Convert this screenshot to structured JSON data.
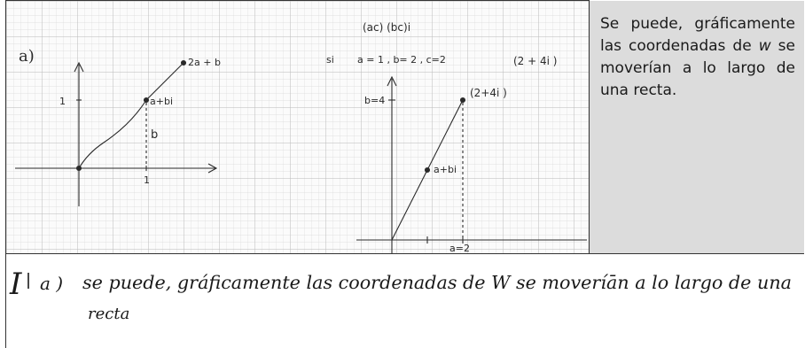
{
  "colors": {
    "grid_minor": "#d8d8d8",
    "grid_major": "#b8b8b8",
    "ink": "#2a2a2a",
    "handwriting": "#1a1a1a",
    "panel_bg": "#dcdcdc"
  },
  "sketch_left": {
    "part_label": "a)",
    "tick_y": "1",
    "top_point": "2a + b",
    "mid_point": "a+bi",
    "segment_label": "b",
    "tick_x": "1"
  },
  "sketch_right": {
    "header_line1": "(ac) (bc)i",
    "header_line2_prefix": "si",
    "header_values": "a = 1 , b= 2 , c=2",
    "header_result": "(2 + 4i )",
    "y_tick": "b=4",
    "top_point": "(2+4i )",
    "mid_point": "a+bi",
    "x_tick": "a=2"
  },
  "explanation": {
    "before_w": "Se puede, gráficamente las coordenadas de ",
    "var": "w",
    "after_w": " se moverían a lo largo de una recta."
  },
  "handwritten": {
    "numeral": "I",
    "part": "a )",
    "line1": "se puede, gráficamente las coordenadas de W se moveríān a lo largo de una",
    "line2": "recta"
  }
}
